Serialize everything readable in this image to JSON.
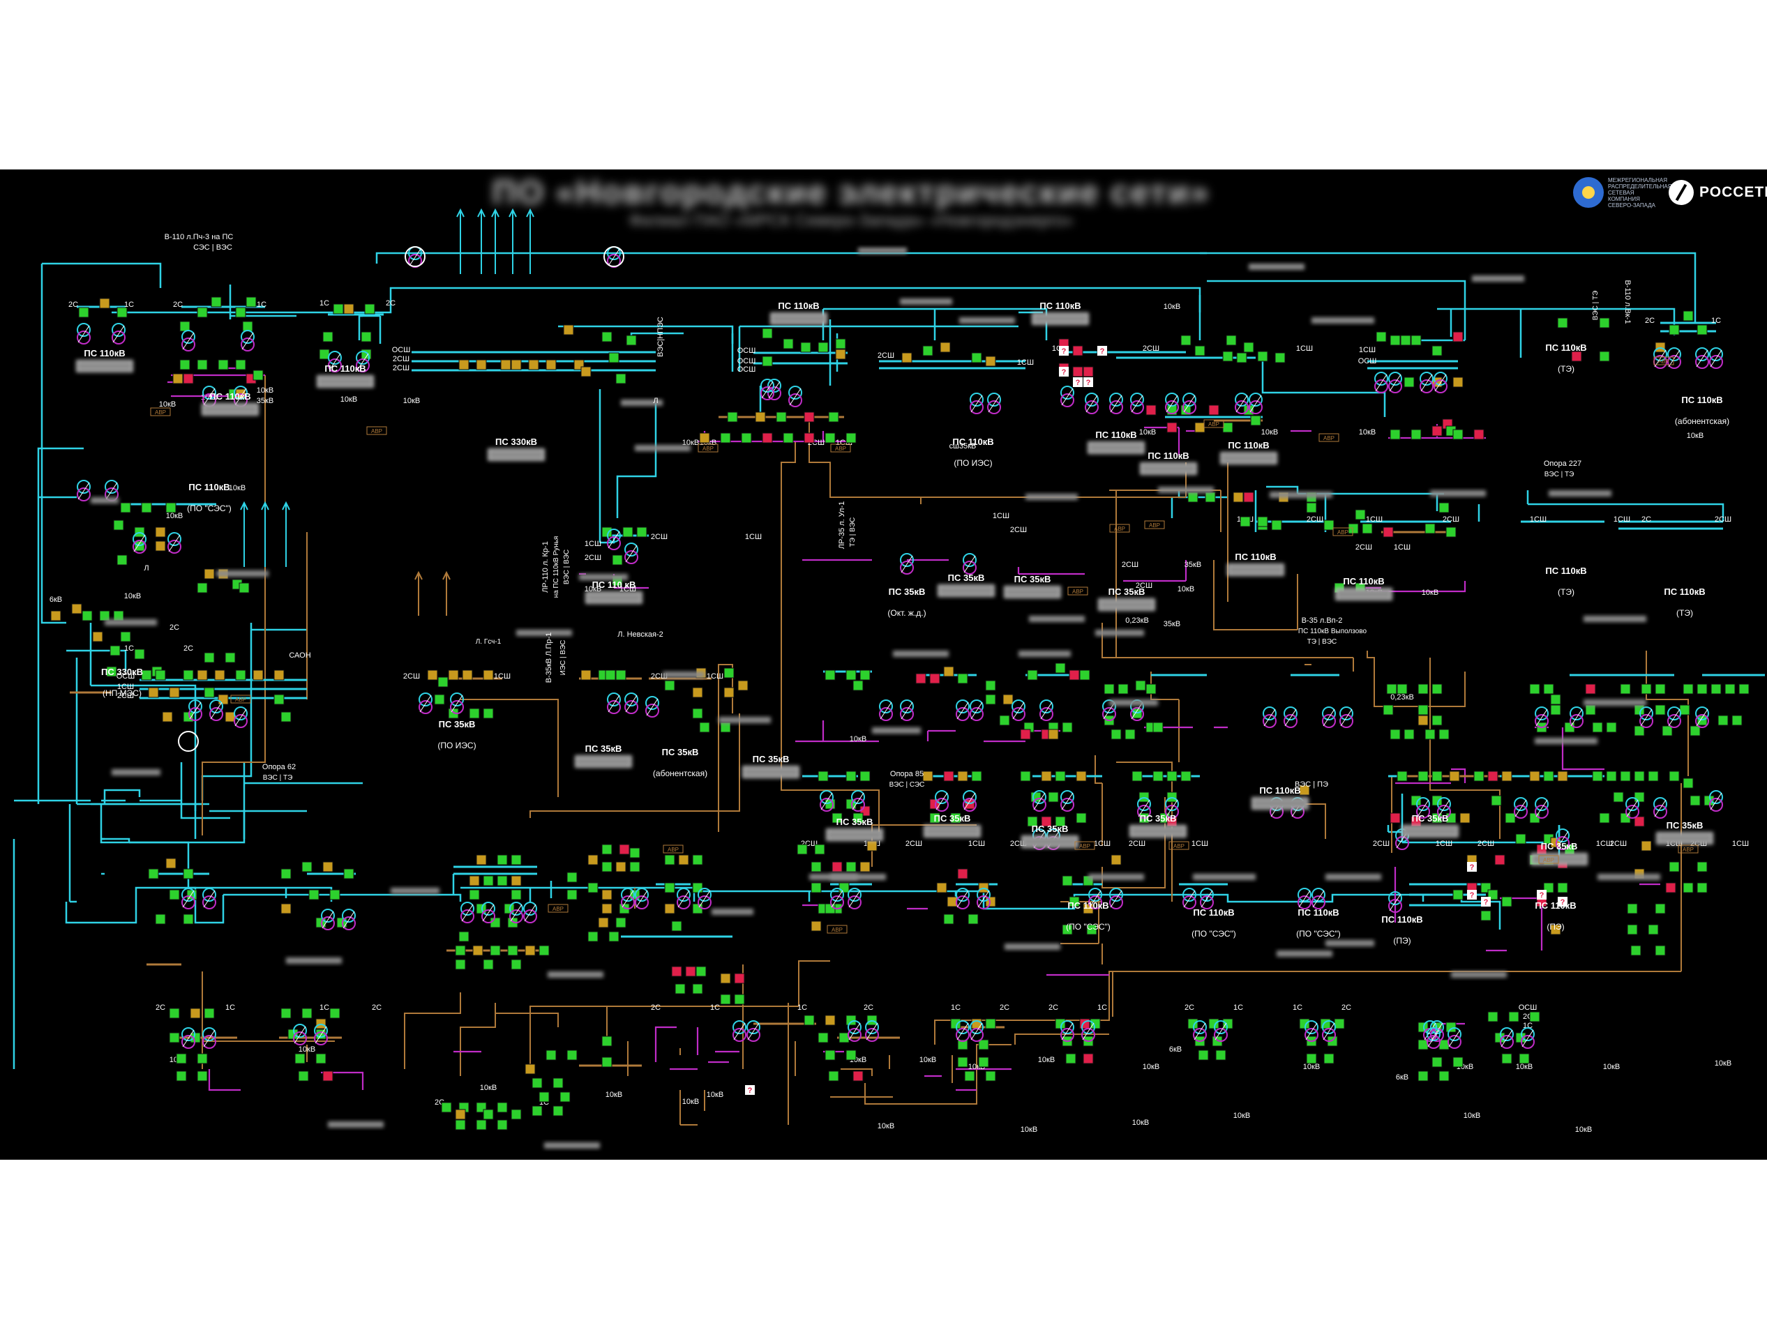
{
  "header": {
    "title": "ПО «Новгородские электрические сети»",
    "subtitle": "Филиал ПАО «МРСК Северо-Запада» «Новгородэнерго»"
  },
  "logos": {
    "org_text": "МЕЖРЕГИОНАЛЬНАЯ РАСПРЕДЕЛИТЕЛЬНАЯ СЕТЕВАЯ КОМПАНИЯ СЕВЕРО-ЗАПАДА",
    "brand": "РОССЕТИ"
  },
  "colors": {
    "background": "#000000",
    "line_110kv": "#2fd3e6",
    "line_35kv": "#b07a3a",
    "line_10kv": "#c02cc7",
    "breaker_closed": "#2dd12d",
    "breaker_open": "#e0204a",
    "breaker_unknown": "#c89a1e",
    "busbar": "#2fd3e6"
  },
  "substations": [
    {
      "label": "ПС 110кВ",
      "sub": ""
    },
    {
      "label": "ПС 110кВ",
      "sub": ""
    },
    {
      "label": "ПС 110кВ",
      "sub": ""
    },
    {
      "label": "ПС 330кВ",
      "sub": ""
    },
    {
      "label": "ПС 110кВ",
      "sub": ""
    },
    {
      "label": "ПС 110кВ",
      "sub": "(ПО ИЭС)"
    },
    {
      "label": "ПС 110кВ",
      "sub": ""
    },
    {
      "label": "ПС 110кВ",
      "sub": ""
    },
    {
      "label": "ПС 110кВ",
      "sub": ""
    },
    {
      "label": "ПС 110кВ",
      "sub": "(ТЭ)"
    },
    {
      "label": "ПС 110кВ",
      "sub": "(абонентская)"
    },
    {
      "label": "ПС 110кВ",
      "sub": ""
    },
    {
      "label": "ПС 110кВ",
      "sub": "(ПО \"СЭС\")"
    },
    {
      "label": "ПС 330кВ",
      "sub": "(НП МЭС)"
    },
    {
      "label": "ПС 35кВ",
      "sub": "(ПО ИЭС)"
    },
    {
      "label": "ПС 110 кВ",
      "sub": ""
    },
    {
      "label": "ПС 35кВ",
      "sub": ""
    },
    {
      "label": "ПС 35кВ",
      "sub": "(абонентская)"
    },
    {
      "label": "ПС 35кВ",
      "sub": ""
    },
    {
      "label": "ПС 35кВ",
      "sub": "(Окт. ж.д.)"
    },
    {
      "label": "ПС 35кВ",
      "sub": ""
    },
    {
      "label": "ПС 35кВ",
      "sub": ""
    },
    {
      "label": "ПС 35кВ",
      "sub": ""
    },
    {
      "label": "ПС 110кВ",
      "sub": ""
    },
    {
      "label": "ПС 110кВ",
      "sub": ""
    },
    {
      "label": "ПС 110кВ",
      "sub": "(ТЭ)"
    },
    {
      "label": "ПС 110кВ",
      "sub": "(ТЭ)"
    },
    {
      "label": "ПС 35кВ",
      "sub": ""
    },
    {
      "label": "ПС 35кВ",
      "sub": ""
    },
    {
      "label": "ПС 35кВ",
      "sub": ""
    },
    {
      "label": "ПС 35кВ",
      "sub": ""
    },
    {
      "label": "ПС 110кВ",
      "sub": ""
    },
    {
      "label": "ПС 35кВ",
      "sub": ""
    },
    {
      "label": "ПС 35кВ",
      "sub": ""
    },
    {
      "label": "ПС 35кВ",
      "sub": ""
    },
    {
      "label": "ПС 110кВ",
      "sub": ""
    },
    {
      "label": "ПС 110кВ",
      "sub": ""
    },
    {
      "label": "ПС 110кВ",
      "sub": ""
    },
    {
      "label": "ПС 110кВ",
      "sub": ""
    },
    {
      "label": "ПС 110кВ",
      "sub": ""
    },
    {
      "label": "ПС 110кВ",
      "sub": "(ПО \"СЭС\")"
    },
    {
      "label": "ПС 110кВ",
      "sub": "(ПО \"СЭС\")"
    },
    {
      "label": "ПС 110кВ",
      "sub": "(ПО \"СЭС\")"
    },
    {
      "label": "ПС 110кВ",
      "sub": "(ПЭ)"
    },
    {
      "label": "ПС 110кВ",
      "sub": "(ПЭ)"
    },
    {
      "label": "ПС 35кВ",
      "sub": ""
    },
    {
      "label": "ПС 35кВ",
      "sub": ""
    },
    {
      "label": "ПС 35кВ",
      "sub": ""
    },
    {
      "label": "ПС 35кВ",
      "sub": ""
    },
    {
      "label": "ПС 35кВ",
      "sub": ""
    },
    {
      "label": "ПС 35кВ",
      "sub": ""
    }
  ],
  "annotations": {
    "top_line": "В-110 л.Пч-3 на ПС",
    "top_line_split": "СЭС | ВЭС",
    "opora_227": "Опора 227",
    "opora_227_split": "ВЭС | ТЭ",
    "opora_62": "Опора 62",
    "opora_62_split": "ВЭС | ТЭ",
    "opora_85": "Опора 85",
    "opora_85_split": "ВЭС | СЭС",
    "vpe_split": "ВЭС | ПЭ",
    "nevskaya": "Л. Невская-2",
    "gch": "Л. Гсч-1",
    "b35_vp2": "В-35 л.Вп-2",
    "b35_vp2_note": "ПС 110кВ Выползово",
    "b35_vp2_split": "ТЭ | ВЭС",
    "kv_023": "0,23кВ",
    "kv_023_b": "0,23кВ",
    "kv_35": "35кВ",
    "b110_vk1": "В-110 л.Вк-1",
    "b110_vk1_split": "ВЭС | ТЭ",
    "lr35_u1": "ЛР-35 л. Ул-1",
    "lr35_u1_split": "ТЭ | ВЭС",
    "b35_pr1": "В-35кВ Л.Пр-1",
    "b35_pr1_split": "ИЭС | ВЭС",
    "lr110_kr1": "ЛР-110 л. Кр-1",
    "lr110_kr1_note": "на ПС 110кВ Рунья",
    "lr110_kr1_split": "ВЭС | ВЭС",
    "vesnpes": "ВЭС|НПЭС",
    "sh_35": "сш35кВ",
    "l_label": "Л"
  },
  "bus_labels": {
    "s1": "1С",
    "s2": "2С",
    "sh1": "1СШ",
    "sh2": "2СШ",
    "osh": "ОСШ",
    "kv10": "10кВ",
    "kv6": "6кВ",
    "kv35": "35кВ",
    "avr": "АВР",
    "sakh": "САОН",
    "q": "?"
  }
}
